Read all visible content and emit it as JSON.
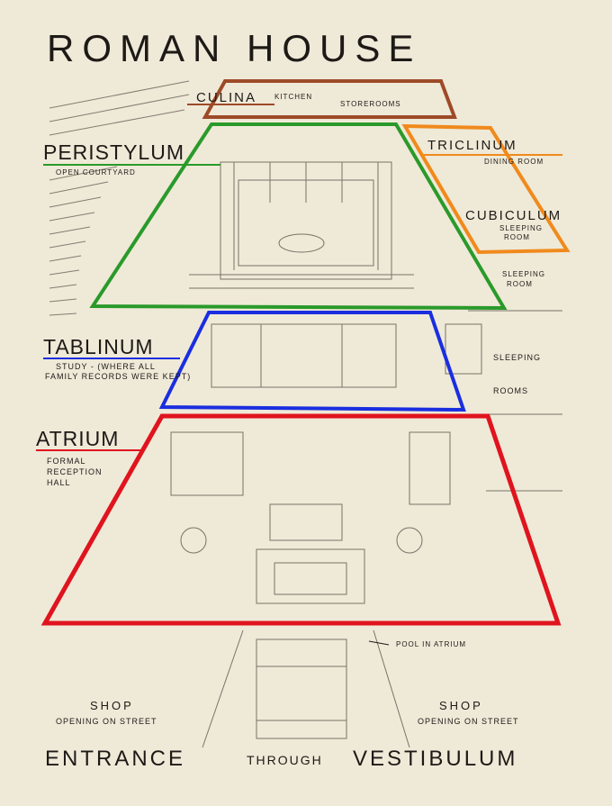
{
  "title": "ROMAN HOUSE",
  "rooms": {
    "culina": {
      "name": "CULINA",
      "sub": "KITCHEN",
      "color": "#9e4a28"
    },
    "storerooms": {
      "name": "STOREROOMS"
    },
    "peristylum": {
      "name": "PERISTYLUM",
      "sub": "OPEN COURTYARD",
      "color": "#2a9a2a"
    },
    "triclinum": {
      "name": "TRICLINUM",
      "sub": "DINING ROOM",
      "color": "#f08a1c"
    },
    "cubiculum": {
      "name": "CUBICULUM",
      "sub_line1": "SLEEPING",
      "sub_line2": "ROOM"
    },
    "sleeping_room": {
      "line1": "SLEEPING",
      "line2": "ROOM"
    },
    "tablinum": {
      "name": "TABLINUM",
      "sub_line1": "STUDY - (WHERE ALL",
      "sub_line2": "FAMILY RECORDS WERE KEPT)",
      "color": "#1a2ee0"
    },
    "sleeping_rooms": {
      "line1": "SLEEPING",
      "line2": "ROOMS"
    },
    "atrium": {
      "name": "ATRIUM",
      "sub_line1": "FORMAL",
      "sub_line2": "RECEPTION",
      "sub_line3": "HALL",
      "color": "#e0141e"
    },
    "pool": {
      "label": "POOL IN ATRIUM"
    }
  },
  "shop_left": {
    "name": "SHOP",
    "sub": "OPENING ON STREET"
  },
  "shop_right": {
    "name": "SHOP",
    "sub": "OPENING ON STREET"
  },
  "entrance": {
    "word1": "ENTRANCE",
    "word2": "THROUGH",
    "word3": "VESTIBULUM"
  }
}
